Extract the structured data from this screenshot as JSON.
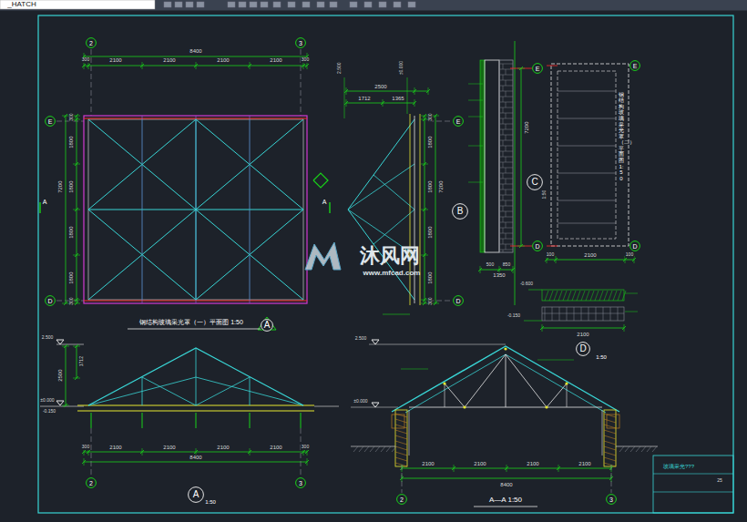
{
  "diagram": {
    "nodes": [
      {
        "text": [
          "2"
        ]
      },
      {
        "text": [
          "3"
        ]
      },
      {
        "text": [
          "E"
        ]
      },
      {
        "text": [
          "D"
        ]
      },
      {
        "text": [
          "E"
        ]
      },
      {
        "text": [
          "D"
        ]
      },
      {
        "text": [
          "B"
        ]
      },
      {
        "text": [
          "C"
        ]
      },
      {
        "text": [
          "E"
        ]
      },
      {
        "text": [
          "D"
        ]
      },
      {
        "text": [
          "E"
        ]
      },
      {
        "text": [
          "D"
        ]
      },
      {
        "text": [
          "A"
        ]
      },
      {
        "text": [
          "D"
        ]
      },
      {
        "text": [
          "A"
        ]
      },
      {
        "text": [
          "2"
        ]
      },
      {
        "text": [
          "3"
        ]
      },
      {
        "text": [
          "2"
        ]
      },
      {
        "text": [
          "3"
        ]
      }
    ],
    "labels": [
      "_HATCH",
      "8400",
      "300",
      "2100",
      "2100",
      "2100",
      "2100",
      "300",
      "300",
      "1800",
      "1800",
      "1800",
      "1800",
      "300",
      "7200",
      "A",
      "A",
      "钢结构玻璃采光罩（一）平面图 1:50",
      "2500",
      "1712",
      "1365",
      "2.500",
      "±0.000",
      "300",
      "1800",
      "1800",
      "1800",
      "1800",
      "300",
      "7200",
      "7200",
      "500",
      "850",
      "1350",
      "1:50",
      "100",
      "2100",
      "100",
      "钢结构玻璃采光罩（二）平面图 1:50",
      "-0.600",
      "-0.150",
      "2100",
      "1:50",
      "2.500",
      "±0.000",
      "-0.150",
      "2500",
      "1712",
      "300",
      "2100",
      "2100",
      "2100",
      "2100",
      "300",
      "8400",
      "1:50",
      "2.500",
      "±0.000",
      "2100",
      "2100",
      "2100",
      "2100",
      "8400",
      "A—A 1:50",
      "玻璃采光???",
      "25",
      "沐风网",
      "www.mfcad.com"
    ]
  }
}
